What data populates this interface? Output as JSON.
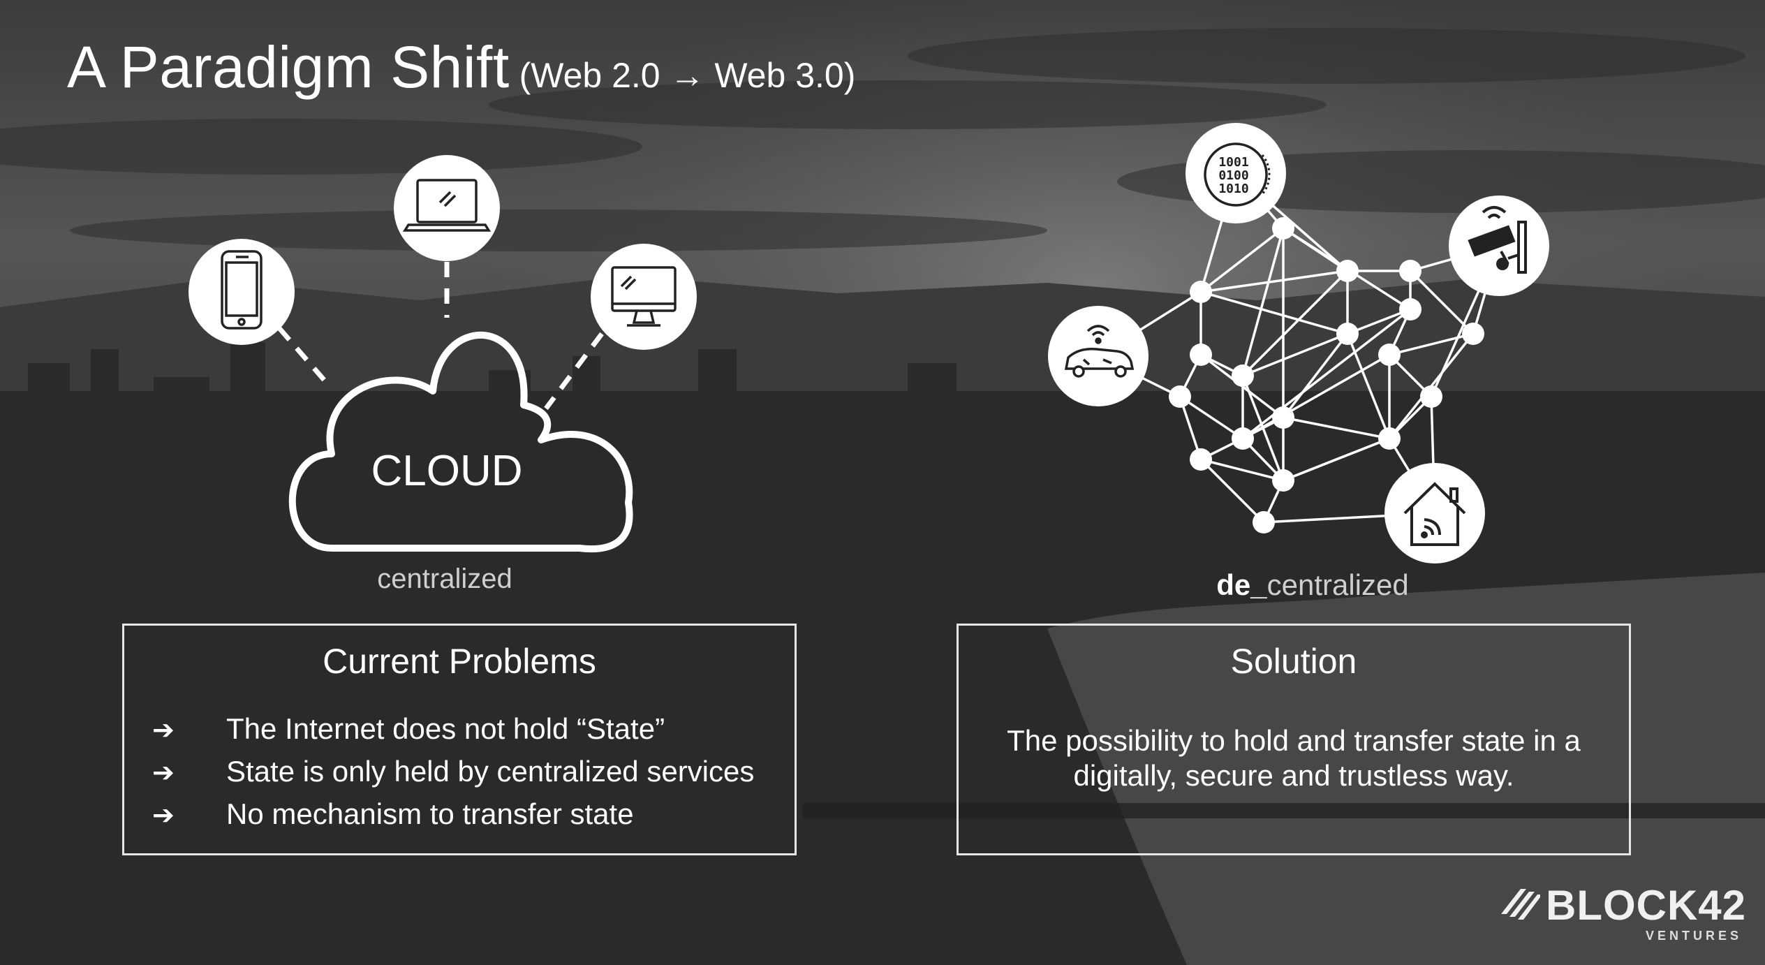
{
  "slide": {
    "title": "A Paradigm Shift",
    "subtitle": "(Web 2.0 → Web 3.0)"
  },
  "left_diagram": {
    "cloud_label": "CLOUD",
    "caption": "centralized",
    "devices": [
      "smartphone-icon",
      "laptop-icon",
      "desktop-monitor-icon"
    ]
  },
  "right_diagram": {
    "caption_bold": "de_",
    "caption_rest": "centralized",
    "nodes": [
      "binary-coin-icon",
      "security-camera-icon",
      "connected-car-icon",
      "smart-home-icon"
    ],
    "binary_lines": [
      "1001",
      "0100",
      "1010"
    ]
  },
  "problems": {
    "heading": "Current Problems",
    "items": [
      "The Internet does not hold “State”",
      "State is only held by centralized services",
      "No mechanism to transfer state"
    ],
    "bullet": "➔"
  },
  "solution": {
    "heading": "Solution",
    "line1": "The possibility to hold and transfer state in a",
    "line2": "digitally, secure and trustless way."
  },
  "logo": {
    "brand": "BLOCK42",
    "tag": "VENTURES"
  },
  "colors": {
    "background": "#3a3a3a",
    "foreground": "#ffffff",
    "caption": "#cfcfcf"
  }
}
